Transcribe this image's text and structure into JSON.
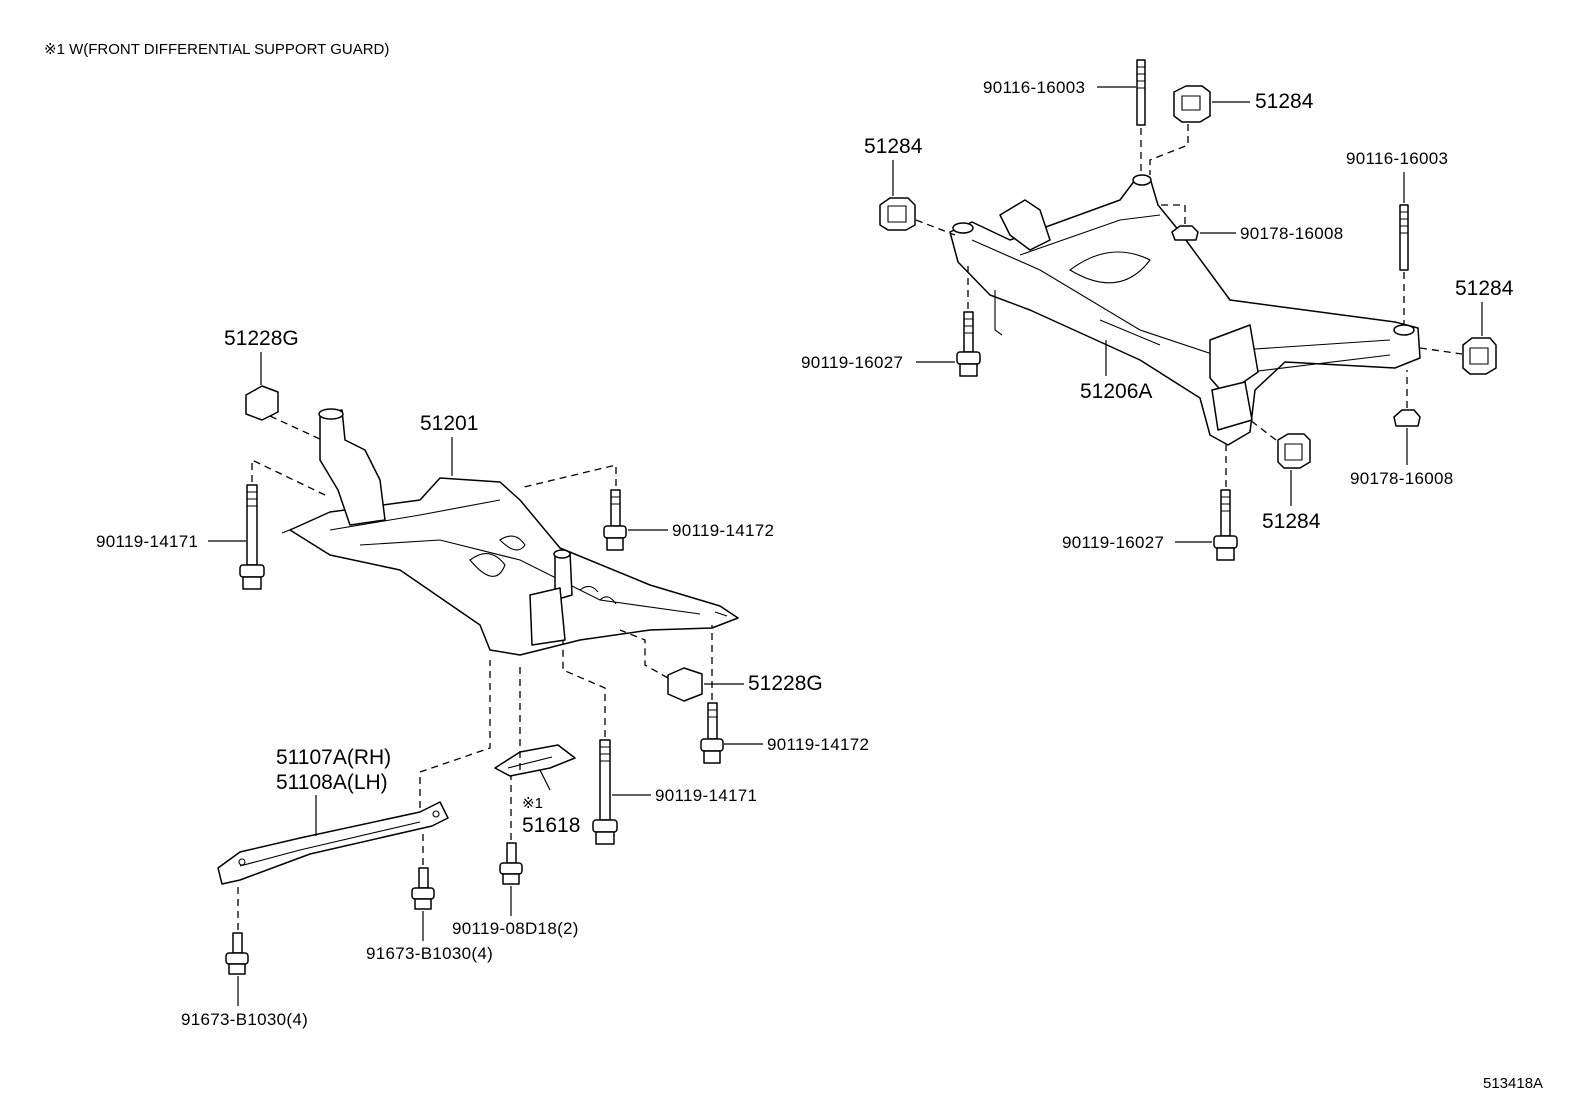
{
  "header_note": "※1 W(FRONT DIFFERENTIAL SUPPORT GUARD)",
  "figure_id": "513418A",
  "labels": {
    "p51228G_top": "51228G",
    "p51201": "51201",
    "p90119_14171_left": "90119-14171",
    "p90119_14172_upper": "90119-14172",
    "p51228G_right": "51228G",
    "p90119_14172_lower": "90119-14172",
    "p51107A": "51107A(RH)",
    "p51108A": "51108A(LH)",
    "p90119_14171_right": "90119-14171",
    "note_mark": "※1",
    "p51618": "51618",
    "p90119_08D18": "90119-08D18(2)",
    "p91673_B1030_mid": "91673-B1030(4)",
    "p91673_B1030_low": "91673-B1030(4)",
    "p90116_16003_top": "90116-16003",
    "p51284_topright": "51284",
    "p51284_left": "51284",
    "p90116_16003_right": "90116-16003",
    "p90178_16008_upper": "90178-16008",
    "p51284_farright": "51284",
    "p90119_16027_left": "90119-16027",
    "p51206A": "51206A",
    "p90178_16008_lower": "90178-16008",
    "p51284_bottom": "51284",
    "p90119_16027_bottom": "90119-16027"
  }
}
